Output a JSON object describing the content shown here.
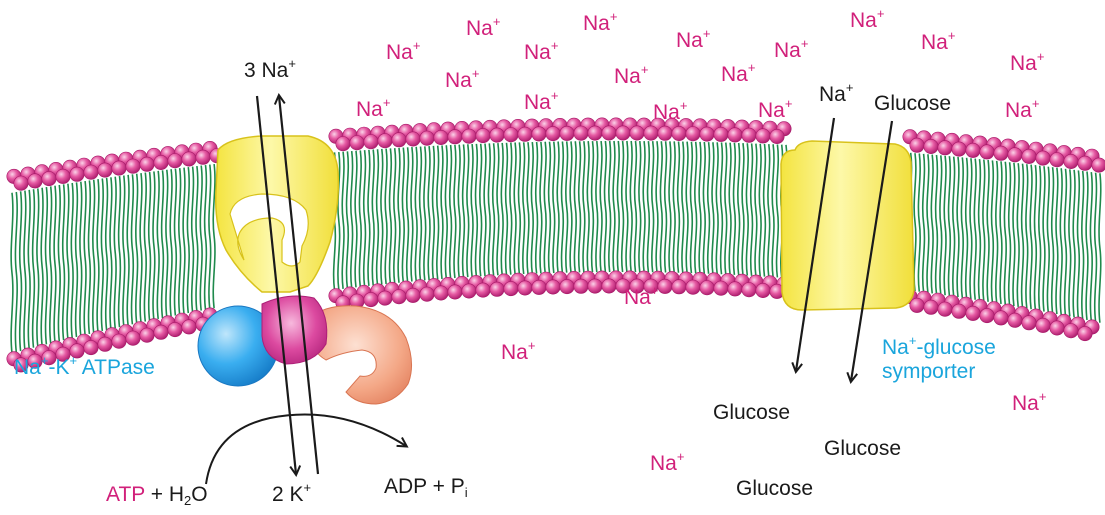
{
  "colors": {
    "sodium": "#d1207a",
    "text": "#1a1a1a",
    "protein_label": "#1aa5dc",
    "head_group": "#e0559c",
    "tail": "#1f8a4c",
    "transporter": "#f8ef74",
    "pump_blue": "#35a7e8",
    "pump_pink": "#d8409a",
    "pump_salmon": "#f2a07e"
  },
  "ion": {
    "base": "Na",
    "charge": "+"
  },
  "pump": {
    "label_part1": "Na",
    "label_sup1": "+",
    "label_part2": "-K",
    "label_sup2": "+",
    "label_part3": " ATPase",
    "na_in_count": "3 Na",
    "na_in_sup": "+",
    "k_out_count": "2 K",
    "k_out_sup": "+",
    "atp": "ATP",
    "h2o_prefix": " + H",
    "h2o_sub": "2",
    "h2o_suffix": "O",
    "adp_text": "ADP + P",
    "adp_sub": "i"
  },
  "symporter": {
    "label_line1_base": "Na",
    "label_line1_sup": "+",
    "label_line1_rest": "-glucose",
    "label_line2": "symporter",
    "na_label": "Na",
    "na_sup": "+",
    "glucose_label": "Glucose"
  },
  "inside_glucose": [
    "Glucose",
    "Glucose",
    "Glucose"
  ]
}
